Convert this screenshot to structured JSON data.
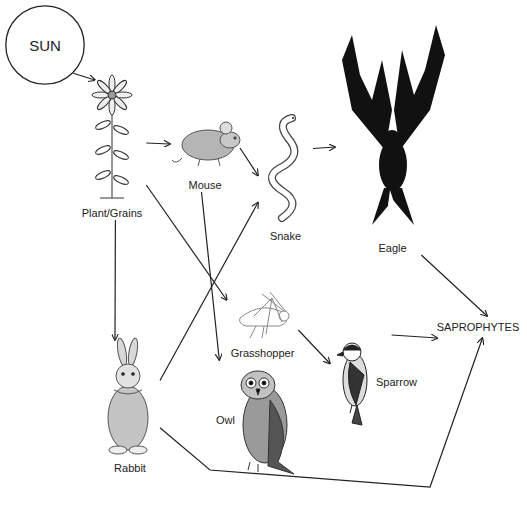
{
  "diagram": {
    "nodes": [
      {
        "text": [
          "SUN"
        ]
      },
      {
        "text": [
          "Plant/Grains"
        ]
      },
      {
        "text": [
          "Mouse"
        ]
      },
      {
        "text": [
          "Snake"
        ]
      },
      {
        "text": [
          "Eagle"
        ]
      },
      {
        "text": [
          "Grasshopper"
        ]
      },
      {
        "text": [
          "Sparrow"
        ]
      },
      {
        "text": [
          "Owl"
        ]
      },
      {
        "text": [
          "Rabbit"
        ]
      },
      {
        "text": [
          "SAPROPHYTES"
        ]
      }
    ],
    "edges": [
      {
        "from": 0,
        "to": 1,
        "arrow": "to"
      },
      {
        "from": 1,
        "to": 2,
        "arrow": "to"
      },
      {
        "from": 2,
        "to": 3,
        "arrow": "to"
      },
      {
        "from": 3,
        "to": 4,
        "arrow": "to"
      },
      {
        "from": 4,
        "to": 9,
        "arrow": "to"
      },
      {
        "from": 1,
        "to": 5,
        "arrow": "to"
      },
      {
        "from": 1,
        "to": 8,
        "arrow": "to"
      },
      {
        "from": 2,
        "to": 7,
        "arrow": "to"
      },
      {
        "from": 8,
        "to": 3,
        "arrow": "to"
      },
      {
        "from": 5,
        "to": 6,
        "arrow": "to"
      },
      {
        "from": 6,
        "to": 9,
        "arrow": "to"
      },
      {
        "from": 8,
        "to": 9,
        "arrow": "to"
      }
    ]
  }
}
